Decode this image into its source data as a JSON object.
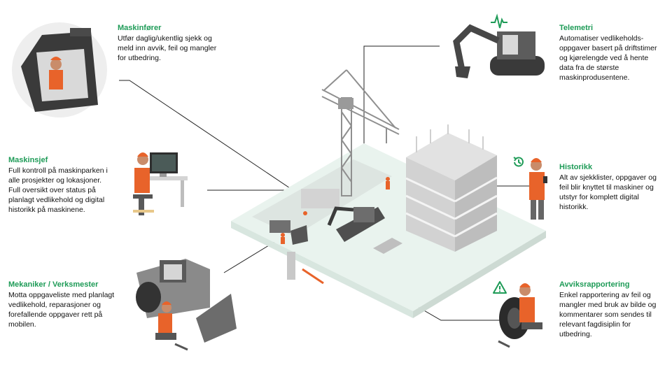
{
  "colors": {
    "accent": "#1e9b57",
    "safety": "#e8632a",
    "text": "#111111"
  },
  "roles": [
    {
      "key": "maskinforer",
      "title": "Maskinfører",
      "body": [
        "Utfør daglig/ukentlig sjekk og",
        "meld inn avvik, feil og mangler",
        "for utbedring."
      ]
    },
    {
      "key": "maskinsjef",
      "title": "Maskinsjef",
      "body": [
        "Full kontroll på maskinparken i",
        "alle prosjekter og lokasjoner.",
        "Full oversikt over status på",
        "planlagt vedlikehold og digital",
        "historikk på maskinene."
      ]
    },
    {
      "key": "mekaniker",
      "title": "Mekaniker / Verksmester",
      "body": [
        "Motta oppgaveliste med planlagt",
        "vedlikehold, reparasjoner og",
        "forefallende oppgaver rett på",
        "mobilen."
      ]
    },
    {
      "key": "telemetri",
      "title": "Telemetri",
      "body": [
        "Automatiser vedlikeholds-",
        "oppgaver basert på driftstimer",
        "og kjørelengde ved å hente",
        "data fra de største",
        "maskinprodusentene."
      ]
    },
    {
      "key": "historikk",
      "title": "Historikk",
      "body": [
        "Alt av sjekklister, oppgaver og",
        "feil blir knyttet til maskiner og",
        "utstyr for komplett digital",
        "historikk."
      ]
    },
    {
      "key": "avvik",
      "title": "Avviksrapportering",
      "body": [
        "Enkel rapportering av feil og",
        "mangler med bruk av bilde og",
        "kommentarer som sendes til",
        "relevant fagdisiplin for",
        "utbedring."
      ]
    }
  ],
  "icons": {
    "telemetri": "pulse-icon",
    "historikk": "history-clock-icon",
    "avvik": "warning-triangle-icon"
  }
}
